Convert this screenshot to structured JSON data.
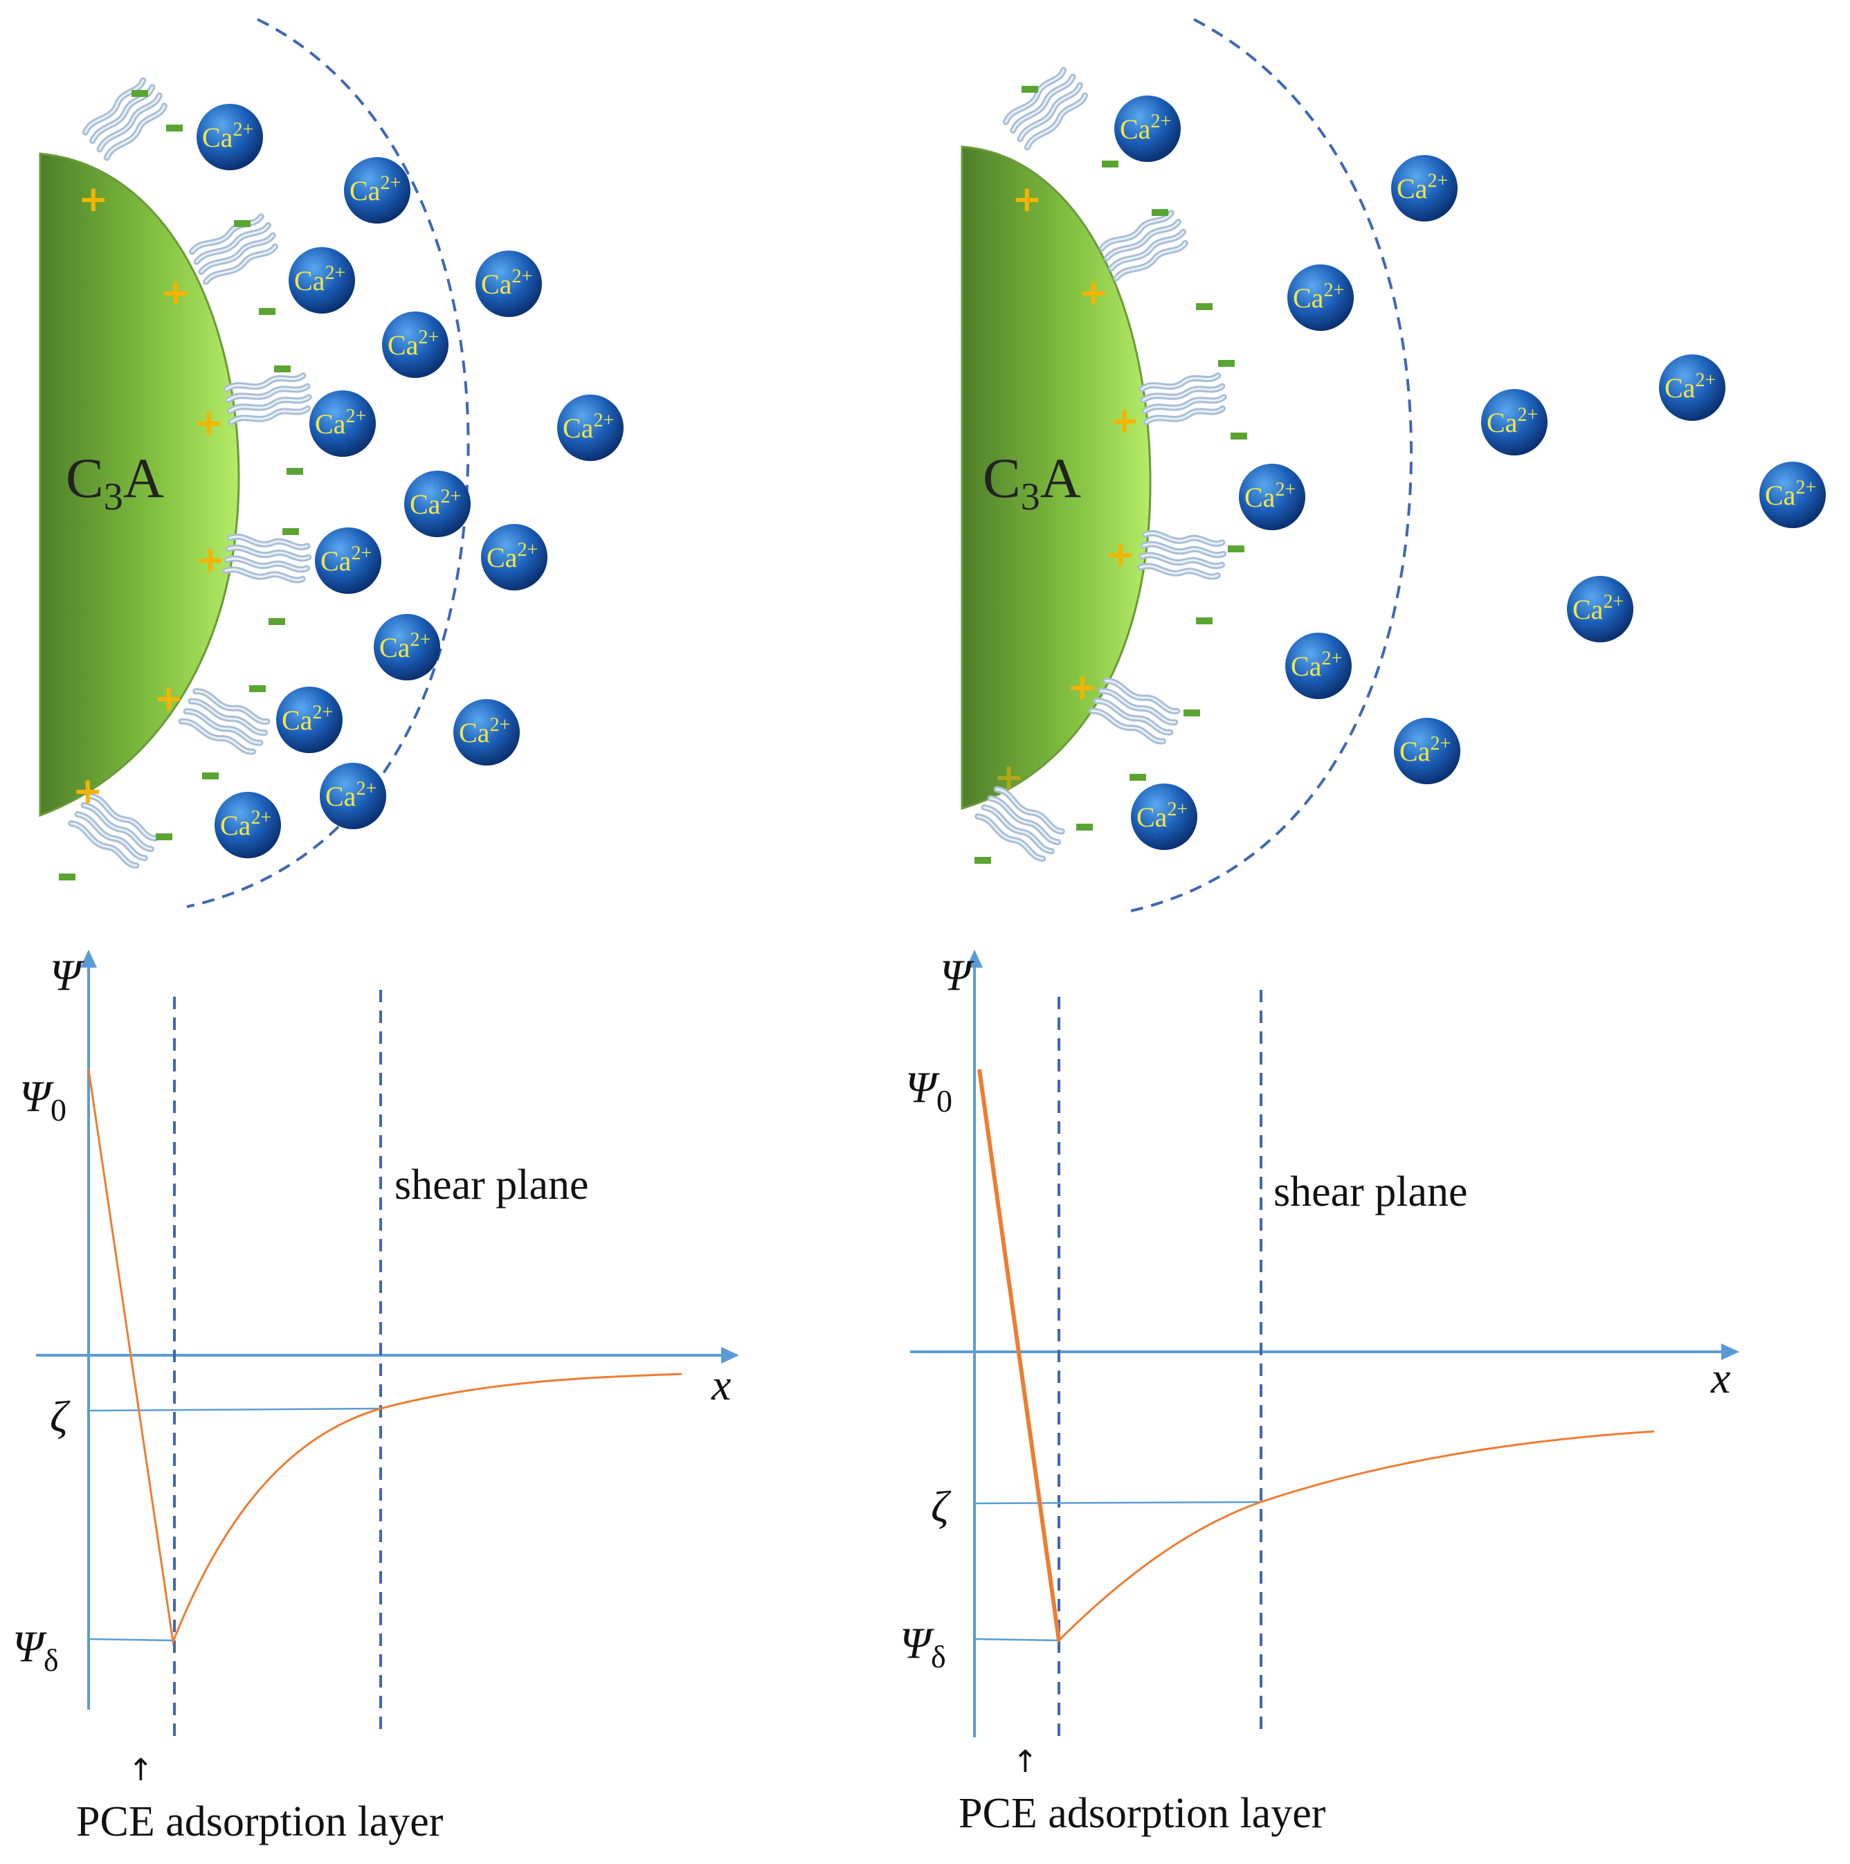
{
  "figure": {
    "panels": [
      {
        "id": "left",
        "particle_label": "C",
        "particle_sub": "3",
        "particle_tail": "A",
        "ion_label": "Ca",
        "ion_sup": "2+",
        "plus_symbol": "+",
        "minus_symbol": "−",
        "axis": {
          "y_symbol": "Ψ",
          "x_symbol": "x",
          "psi0": "Ψ",
          "psi0_sub": "0",
          "zeta": "ζ",
          "psi_delta": "Ψ",
          "psi_delta_sub": "δ"
        },
        "shear_plane_label": "shear plane",
        "adsorption_label": "PCE adsorption layer",
        "arrow_symbol": "↑"
      },
      {
        "id": "right",
        "particle_label": "C",
        "particle_sub": "3",
        "particle_tail": "A",
        "ion_label": "Ca",
        "ion_sup": "2+",
        "plus_symbol": "+",
        "minus_symbol": "−",
        "axis": {
          "y_symbol": "Ψ",
          "x_symbol": "x",
          "psi0": "Ψ",
          "psi0_sub": "0",
          "zeta": "ζ",
          "psi_delta": "Ψ",
          "psi_delta_sub": "δ"
        },
        "shear_plane_label": "shear plane",
        "adsorption_label": "PCE adsorption layer",
        "arrow_symbol": "↑"
      }
    ],
    "colors": {
      "particle_dark": "#4e7f2a",
      "particle_light": "#a6e35a",
      "ion_dark": "#0c3f8c",
      "ion_light": "#3b92e6",
      "ion_text": "#f2e64a",
      "plus": "#f5b400",
      "minus": "#5aa532",
      "polymer": "#a8bfd6",
      "boundary": "#3f67b3",
      "axis": "#5b9bd5",
      "curve": "#ed7d31",
      "ref_line": "#5b9bd5"
    }
  }
}
